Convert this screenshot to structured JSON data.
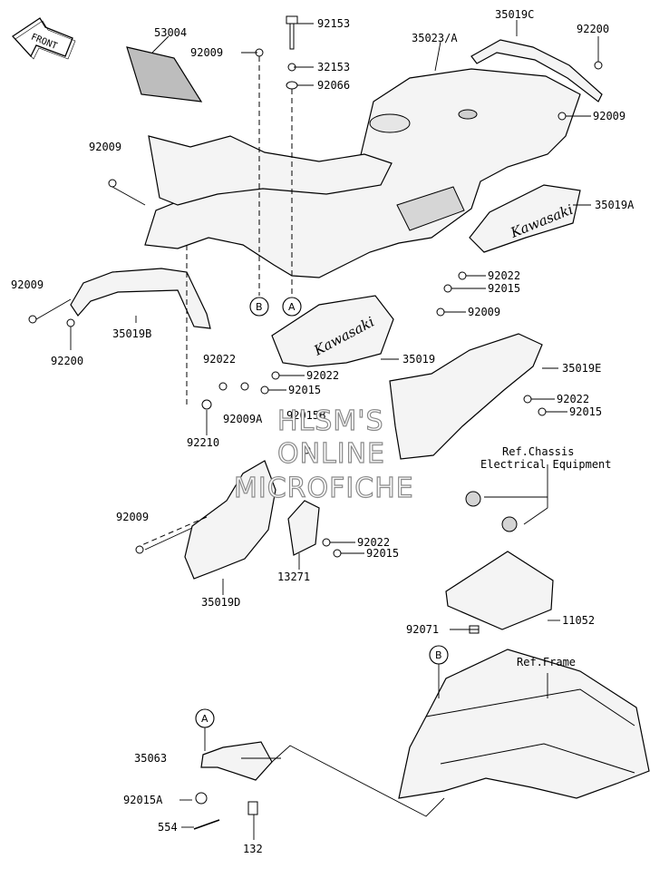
{
  "front_arrow": {
    "label": "FRONT"
  },
  "part_labels": [
    {
      "id": "l1",
      "text": "53004"
    },
    {
      "id": "l2",
      "text": "92153"
    },
    {
      "id": "l3",
      "text": "35019C"
    },
    {
      "id": "l4",
      "text": "92009"
    },
    {
      "id": "l5",
      "text": "32153"
    },
    {
      "id": "l6",
      "text": "35023/A"
    },
    {
      "id": "l7",
      "text": "92200"
    },
    {
      "id": "l8",
      "text": "92066"
    },
    {
      "id": "l9",
      "text": "92009"
    },
    {
      "id": "l10",
      "text": "92009"
    },
    {
      "id": "l11",
      "text": "35019A"
    },
    {
      "id": "l12",
      "text": "92022"
    },
    {
      "id": "l13",
      "text": "92009"
    },
    {
      "id": "l14",
      "text": "92015"
    },
    {
      "id": "l15",
      "text": "92009"
    },
    {
      "id": "l16",
      "text": "35019B"
    },
    {
      "id": "l17",
      "text": "92200"
    },
    {
      "id": "l18",
      "text": "92022"
    },
    {
      "id": "l19",
      "text": "35019"
    },
    {
      "id": "l20",
      "text": "35019E"
    },
    {
      "id": "l21",
      "text": "92022"
    },
    {
      "id": "l22",
      "text": "92015"
    },
    {
      "id": "l23",
      "text": "92009A"
    },
    {
      "id": "l24",
      "text": "92022"
    },
    {
      "id": "l25",
      "text": "92015"
    },
    {
      "id": "l26",
      "text": "92015B"
    },
    {
      "id": "l27",
      "text": "92210"
    },
    {
      "id": "l28",
      "text": "92009"
    },
    {
      "id": "l29",
      "text": "92022"
    },
    {
      "id": "l30",
      "text": "92015"
    },
    {
      "id": "l31",
      "text": "13271"
    },
    {
      "id": "l32",
      "text": "35019D"
    },
    {
      "id": "l33",
      "text": "11052"
    },
    {
      "id": "l34",
      "text": "92071"
    },
    {
      "id": "l35",
      "text": "35063"
    },
    {
      "id": "l36",
      "text": "92015A"
    },
    {
      "id": "l37",
      "text": "554"
    },
    {
      "id": "l38",
      "text": "132"
    }
  ],
  "ref_labels": {
    "chassis_line1": "Ref.Chassis",
    "chassis_line2": "Electrical Equipment",
    "frame": "Ref.Frame"
  },
  "callouts": [
    "A",
    "B",
    "A",
    "B"
  ],
  "brand_decal": "Kawasaki",
  "watermark": [
    "HLSM'S",
    "ONLINE",
    "MICROFICHE"
  ]
}
